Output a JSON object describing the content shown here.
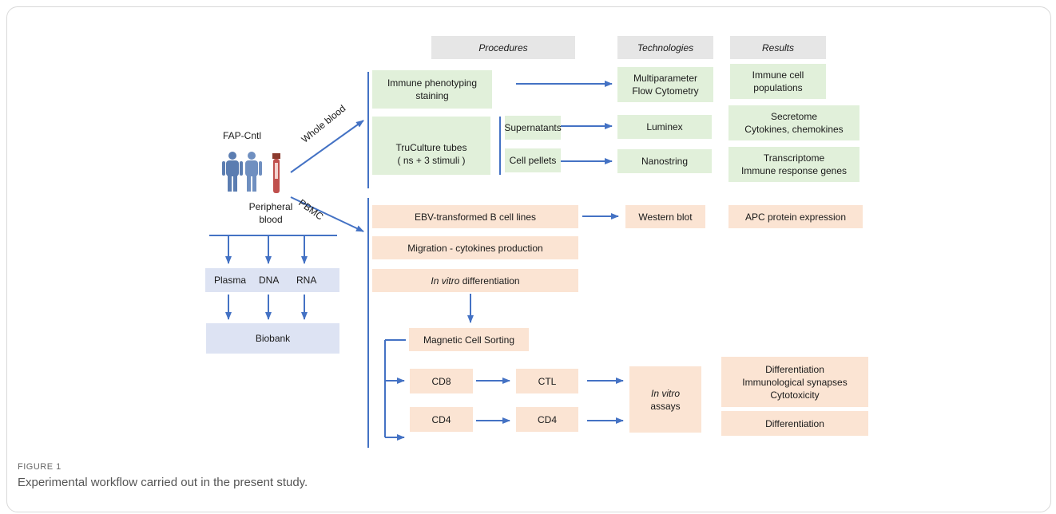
{
  "headers": {
    "procedures": "Procedures",
    "technologies": "Technologies",
    "results": "Results"
  },
  "sample": {
    "group": "FAP-Cntl",
    "source_line1": "Peripheral",
    "source_line2": "blood"
  },
  "branches": {
    "whole_blood": "Whole blood",
    "pbmc": "PBMC"
  },
  "biobank_row": {
    "plasma": "Plasma",
    "dna": "DNA",
    "rna": "RNA",
    "biobank": "Biobank"
  },
  "whole_blood": {
    "immune_staining_l1": "Immune phenotyping",
    "immune_staining_l2": "staining",
    "truculture_l1": "TruCulture tubes",
    "truculture_l2": "( ns  + 3 stimuli )",
    "supernatants": "Supernatants",
    "cell_pellets": "Cell pellets",
    "flow_l1": "Multiparameter",
    "flow_l2": "Flow Cytometry",
    "luminex": "Luminex",
    "nanostring": "Nanostring",
    "res_immune_l1": "Immune cell",
    "res_immune_l2": "populations",
    "res_secretome_l1": "Secretome",
    "res_secretome_l2": "Cytokines, chemokines",
    "res_transcriptome_l1": "Transcriptome",
    "res_transcriptome_l2": "Immune response genes"
  },
  "pbmc": {
    "ebv": "EBV-transformed B cell lines",
    "western": "Western blot",
    "apc": "APC protein expression",
    "migration": "Migration - cytokines production",
    "invitro_italic": "In vitro",
    "invitro_rest": " differentiation",
    "macs": "Magnetic  Cell Sorting",
    "cd8": "CD8",
    "ctl": "CTL",
    "cd4a": "CD4",
    "cd4b": "CD4",
    "assays_l1": "In vitro",
    "assays_l2": "assays",
    "res_cd8_l1": "Differentiation",
    "res_cd8_l2": "Immunological synapses",
    "res_cd8_l3": "Cytotoxicity",
    "res_cd4": "Differentiation"
  },
  "caption": {
    "label": "FIGURE 1",
    "text": "Experimental workflow carried out in the present study."
  },
  "colors": {
    "arrow": "#4472c4",
    "green_box": "#e1f0da",
    "orange_box": "#fbe4d3",
    "blue_box": "#dde3f3",
    "header_box": "#e6e6e6",
    "person": "#5b7db1",
    "tube": "#c0504d"
  }
}
